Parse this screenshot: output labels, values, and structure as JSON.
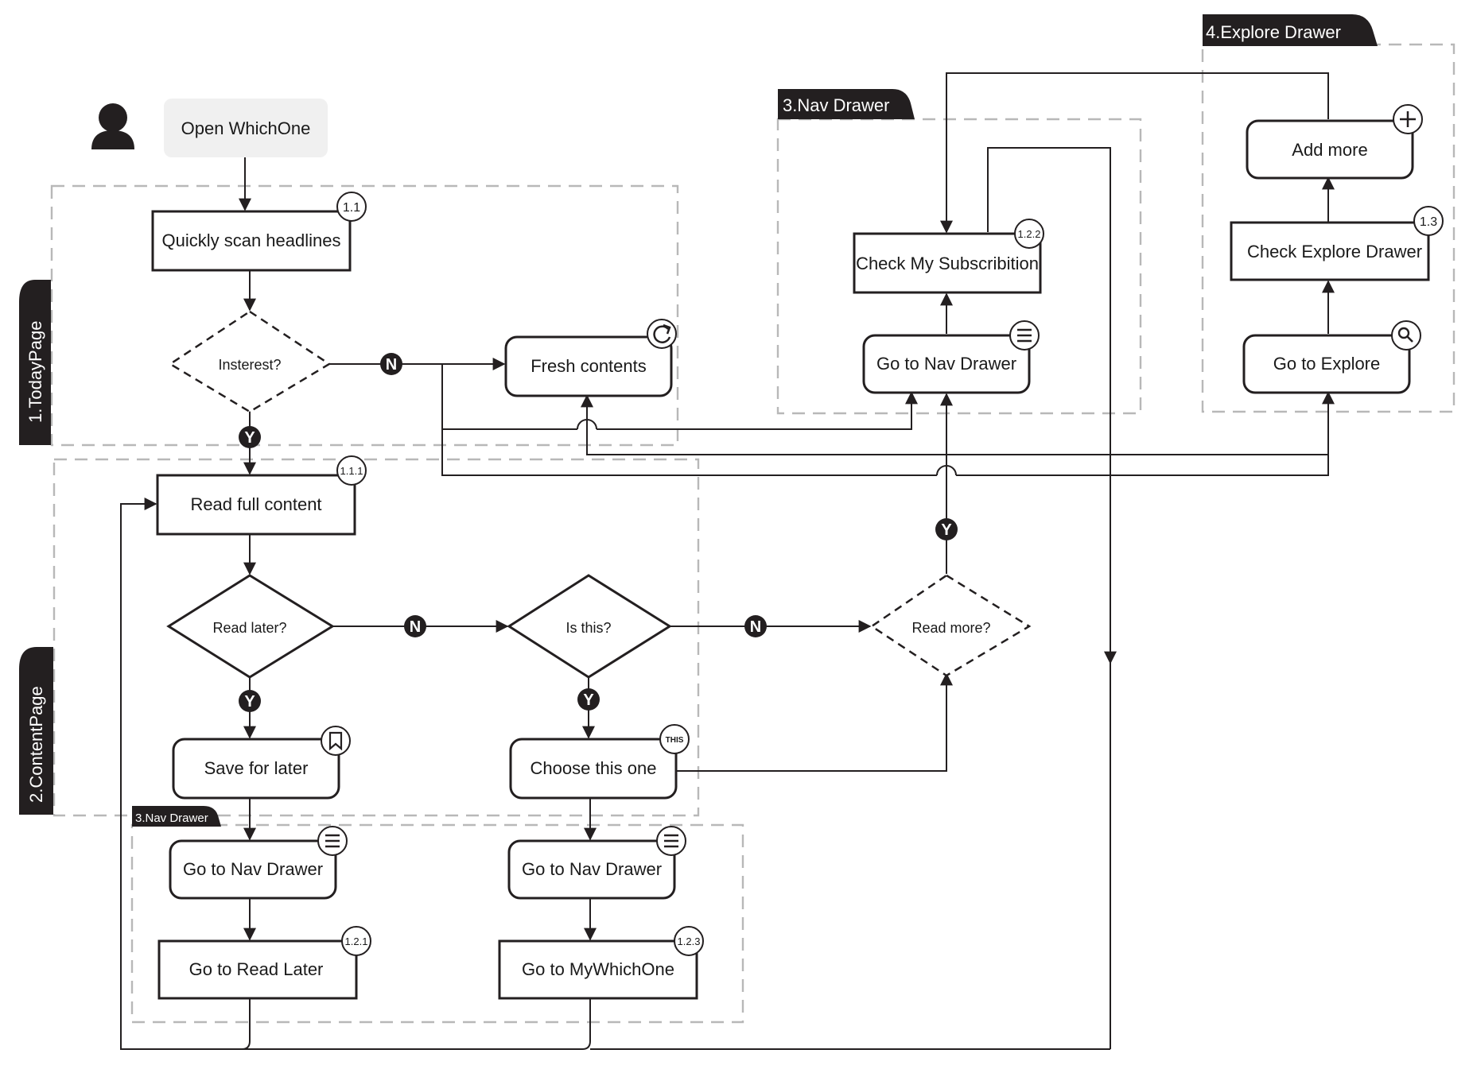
{
  "start": {
    "label": "Open WhichOne",
    "icon": "user-icon"
  },
  "groups": {
    "today": {
      "tab": "1.TodayPage"
    },
    "content": {
      "tab": "2.ContentPage"
    },
    "nav_top": {
      "tab": "3.Nav Drawer"
    },
    "nav_bottom": {
      "tab": "3.Nav Drawer"
    },
    "explore": {
      "tab": "4.Explore Drawer"
    }
  },
  "nodes": {
    "quickly_scan": {
      "label": "Quickly scan headlines",
      "badge": "1.1"
    },
    "interest": {
      "label": "Insterest?"
    },
    "fresh": {
      "label": "Fresh contents",
      "icon": "refresh-icon"
    },
    "read_full": {
      "label": "Read full content",
      "badge": "1.1.1"
    },
    "read_later_q": {
      "label": "Read later?"
    },
    "is_this": {
      "label": "Is this?"
    },
    "read_more": {
      "label": "Read more?"
    },
    "save_later": {
      "label": "Save for later",
      "icon": "bookmark-icon"
    },
    "choose_this": {
      "label": "Choose this one",
      "badge": "THIS"
    },
    "nav_left": {
      "label": "Go to Nav Drawer",
      "icon": "menu-icon"
    },
    "nav_mid": {
      "label": "Go to Nav Drawer",
      "icon": "menu-icon"
    },
    "go_read_later": {
      "label": "Go to Read Later",
      "badge": "1.2.1"
    },
    "go_mywhichone": {
      "label": "Go to MyWhichOne",
      "badge": "1.2.3"
    },
    "check_sub": {
      "label": "Check My Subscribition",
      "badge": "1.2.2"
    },
    "go_nav_top": {
      "label": "Go to Nav Drawer",
      "icon": "menu-icon"
    },
    "add_more": {
      "label": "Add more",
      "icon": "plus-icon"
    },
    "check_explore": {
      "label": "Check Explore Drawer",
      "badge": "1.3"
    },
    "go_explore": {
      "label": "Go to Explore",
      "icon": "search-icon"
    }
  },
  "decisions": {
    "yes": "Y",
    "no": "N"
  }
}
